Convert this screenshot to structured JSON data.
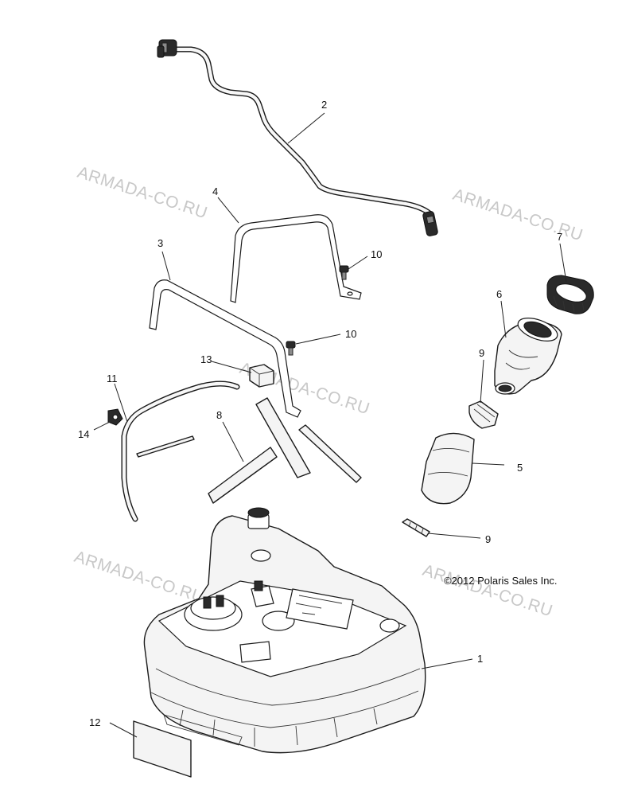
{
  "watermark_text": "ARMADA-CO.RU",
  "copyright": "©2012 Polaris Sales Inc.",
  "callouts": {
    "c1": "1",
    "c2": "2",
    "c3": "3",
    "c4": "4",
    "c5": "5",
    "c6": "6",
    "c7": "7",
    "c8": "8",
    "c9a": "9",
    "c9b": "9",
    "c10a": "10",
    "c10b": "10",
    "c11": "11",
    "c12": "12",
    "c13": "13",
    "c14": "14"
  }
}
